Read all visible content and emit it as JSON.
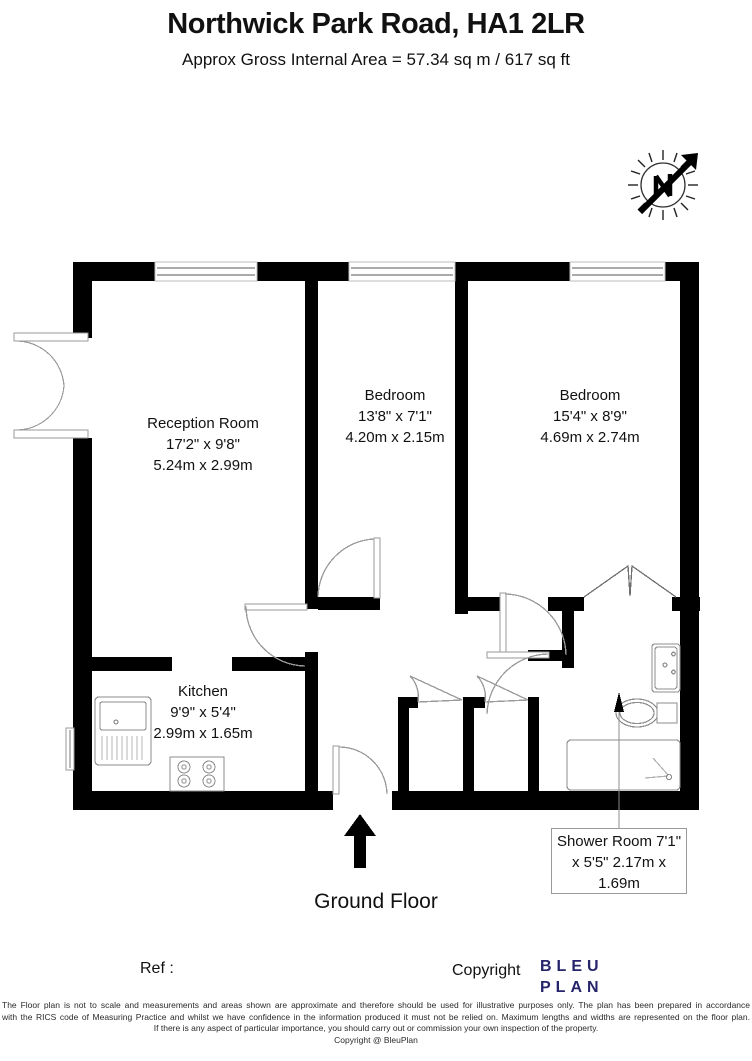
{
  "header": {
    "title": "Northwick Park Road, HA1 2LR",
    "area_line": "Approx Gross Internal Area = 57.34 sq m / 617 sq ft"
  },
  "compass": {
    "label": "N",
    "name": "compass-north-arrow"
  },
  "floor_caption": "Ground Floor",
  "rooms": [
    {
      "key": "reception",
      "name": "Reception Room",
      "imperial": "17'2\" x 9'8\"",
      "metric": "5.24m x 2.99m"
    },
    {
      "key": "bedroom1",
      "name": "Bedroom",
      "imperial": "13'8\" x 7'1\"",
      "metric": "4.20m x 2.15m"
    },
    {
      "key": "bedroom2",
      "name": "Bedroom",
      "imperial": "15'4\" x 8'9\"",
      "metric": "4.69m x 2.74m"
    },
    {
      "key": "kitchen",
      "name": "Kitchen",
      "imperial": "9'9\" x 5'4\"",
      "metric": "2.99m x 1.65m"
    },
    {
      "key": "shower",
      "name": "Shower Room",
      "imperial": "7'1\" x 5'5\"",
      "metric": "2.17m x 1.69m"
    }
  ],
  "footer": {
    "ref_label": "Ref  :",
    "copyright_label": "Copyright",
    "logo_line1": "BLEU",
    "logo_line2": "PLAN",
    "logo_color": "#26246b",
    "disclaimer_line1": "The Floor plan is not to scale and measurements and areas shown are approximate and therefore should be used for illustrative purposes only. The plan has been prepared in accordance",
    "disclaimer_line2": "with the RICS code of Measuring Practice and whilst we have confidence in the information produced it must not be relied on. Maximum lengths and widths are represented on the floor plan.",
    "disclaimer_line3": "If there is any aspect of particular importance, you should carry out or commission your own inspection of the property.",
    "disclaimer_line4": "Copyright @ BleuPlan"
  },
  "colors": {
    "wall": "#000000",
    "fixture_stroke": "#8c8c8c",
    "door_stroke": "#9a9a9a",
    "background": "#ffffff",
    "text": "#111111"
  },
  "fixtures": {
    "kitchen_sink": "sink-icon",
    "kitchen_hob": "hob-icon",
    "shower_basin": "basin-icon",
    "shower_wc": "toilet-icon",
    "shower_tray": "shower-tray-icon",
    "bedroom_wardrobe": "wardrobe-icon",
    "entrance_arrow": "entrance-arrow-icon"
  }
}
